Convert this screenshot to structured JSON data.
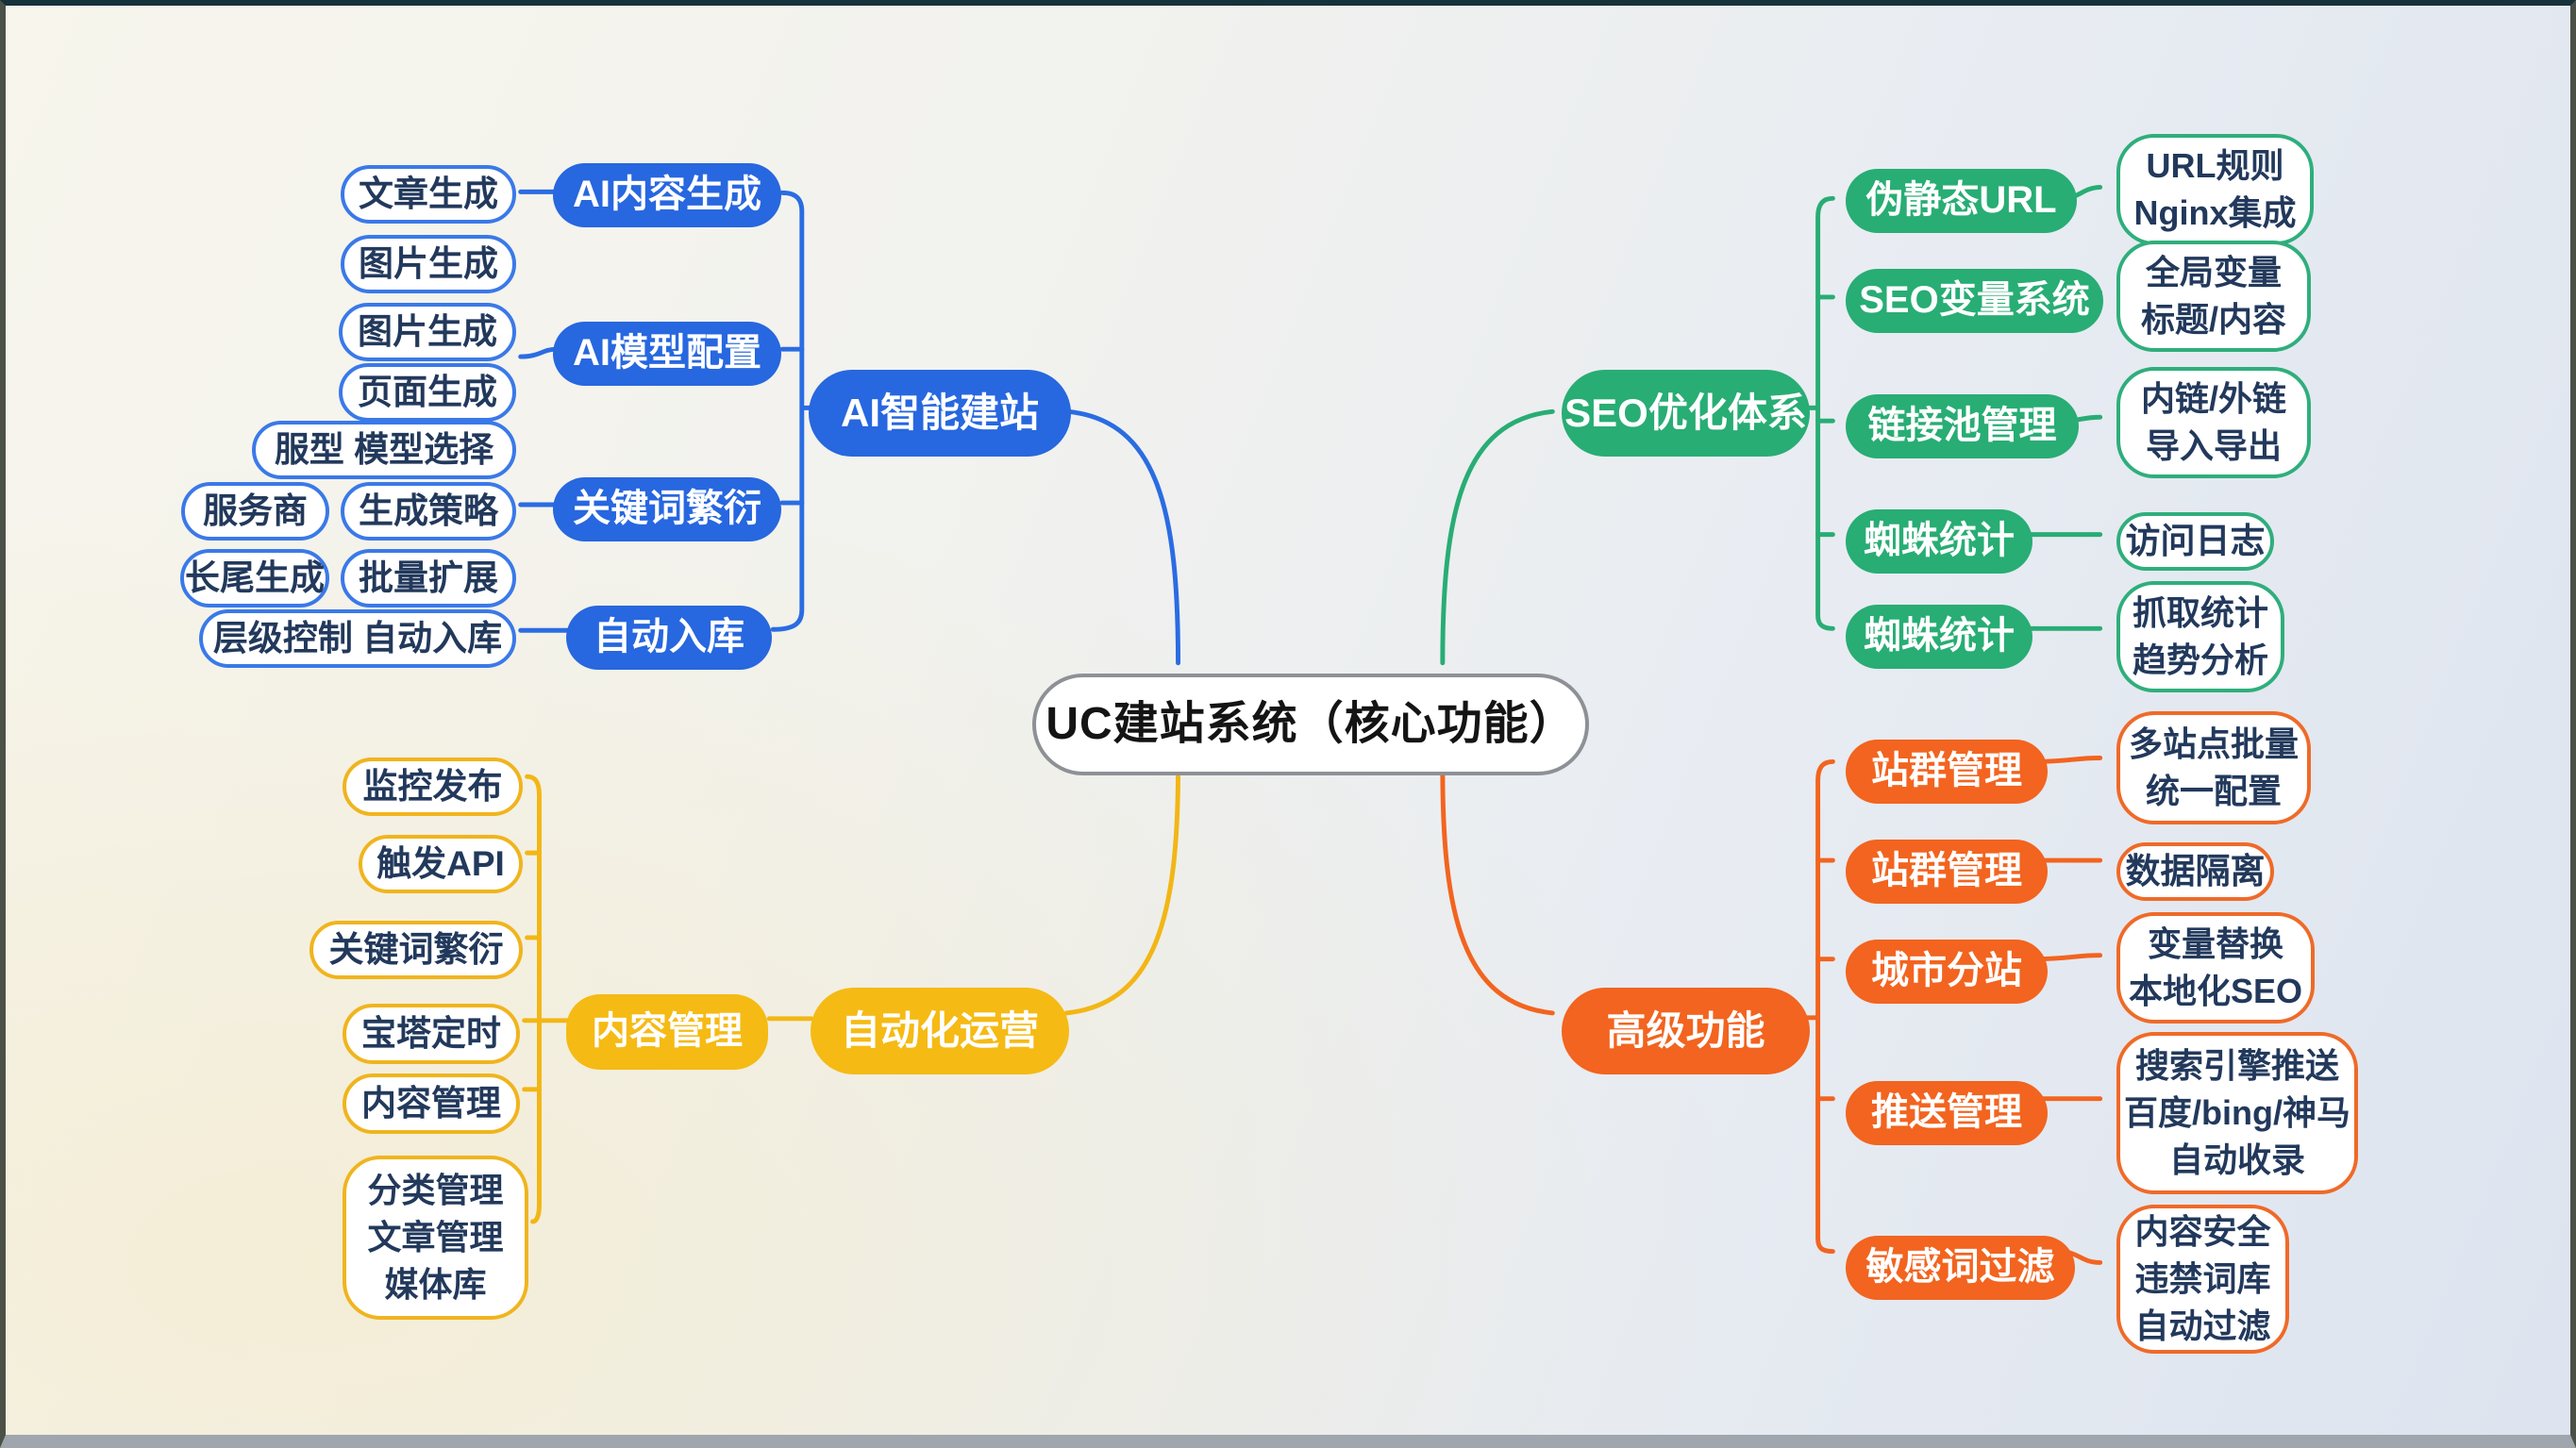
{
  "center": {
    "label": "UC建站系统（核心功能）"
  },
  "ai": {
    "main": "AI智能建站",
    "sub1": "AI内容生成",
    "sub2": "AI模型配置",
    "sub3": "关键词繁衍",
    "sub4": "自动入库",
    "leaf1": "文章生成",
    "leaf2": "图片生成",
    "leaf3": "图片生成",
    "leaf4": "页面生成",
    "leaf5": "服型 模型选择",
    "leaf6": "服务商",
    "leaf7": "生成策略",
    "leaf8": "长尾生成",
    "leaf9": "批量扩展",
    "leaf10": "层级控制 自动入库"
  },
  "seo": {
    "main": "SEO优化体系",
    "sub1": "伪静态URL",
    "sub2": "SEO变量系统",
    "sub3": "链接池管理",
    "sub4": "蜘蛛统计",
    "sub5": "蜘蛛统计",
    "leaf1": "URL规则\nNginx集成",
    "leaf2": "全局变量\n标题/内容",
    "leaf3": "内链/外链\n导入导出",
    "leaf4": "访问日志",
    "leaf5": "抓取统计\n趋势分析"
  },
  "auto": {
    "main": "自动化运营",
    "sub1": "内容管理",
    "leaf1": "监控发布",
    "leaf2": "触发API",
    "leaf3": "关键词繁衍",
    "leaf4": "宝塔定时",
    "leaf5": "内容管理",
    "leaf6": "分类管理\n文章管理\n媒体库"
  },
  "adv": {
    "main": "高级功能",
    "sub1": "站群管理",
    "sub2": "站群管理",
    "sub3": "城市分站",
    "sub4": "推送管理",
    "sub5": "敏感词过滤",
    "leaf1": "多站点批量\n统一配置",
    "leaf2": "数据隔离",
    "leaf3": "变量替换\n本地化SEO",
    "leaf4": "搜索引擎推送\n百度/bing/神马\n自动收录",
    "leaf5": "内容安全\n违禁词库\n自动过滤"
  },
  "colors": {
    "blue": "#2767df",
    "green": "#28ad74",
    "yellow": "#f5ba14",
    "orange": "#f2641f",
    "leaf_text": "#22395c",
    "center_border": "#8d9196"
  }
}
